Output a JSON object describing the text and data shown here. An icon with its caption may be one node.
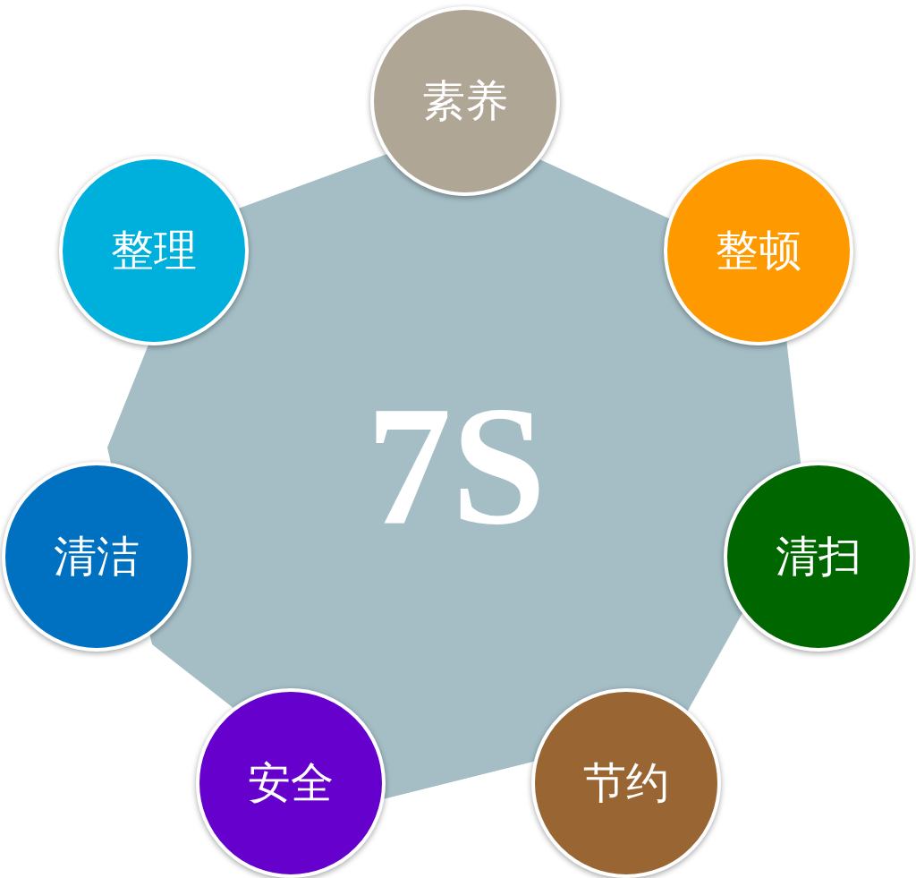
{
  "diagram": {
    "nodes": [
      {
        "text": [
          "7S"
        ]
      },
      {
        "text": [
          "素养"
        ]
      },
      {
        "text": [
          "整理"
        ]
      },
      {
        "text": [
          "整顿"
        ]
      },
      {
        "text": [
          "清洁"
        ]
      },
      {
        "text": [
          "清扫"
        ]
      },
      {
        "text": [
          "安全"
        ]
      },
      {
        "text": [
          "节约"
        ]
      }
    ]
  }
}
